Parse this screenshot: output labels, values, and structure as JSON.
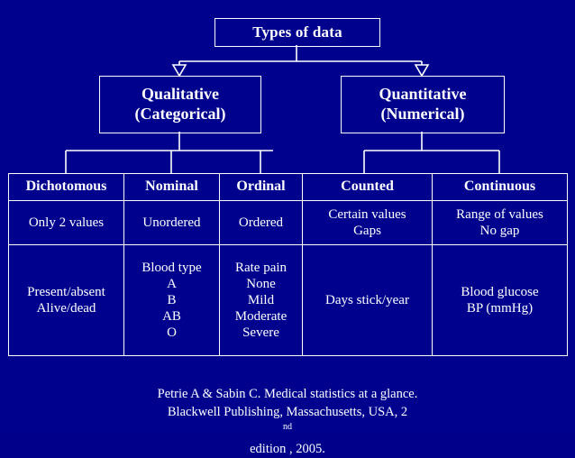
{
  "diagram": {
    "title": "Types of data",
    "level2": [
      {
        "line1": "Qualitative",
        "line2": "(Categorical)"
      },
      {
        "line1": "Quantitative",
        "line2": "(Numerical)"
      }
    ],
    "columns": [
      "Dichotomous",
      "Nominal",
      "Ordinal",
      "Counted",
      "Continuous"
    ],
    "rows": [
      {
        "cells": [
          [
            "Only 2 values"
          ],
          [
            "Unordered"
          ],
          [
            "Ordered"
          ],
          [
            "Certain values",
            "Gaps"
          ],
          [
            "Range of values",
            "No gap"
          ]
        ]
      },
      {
        "cells": [
          [
            "Present/absent",
            "Alive/dead"
          ],
          [
            "Blood type",
            "A",
            "B",
            "AB",
            "O"
          ],
          [
            "Rate pain",
            "None",
            "Mild",
            "Moderate",
            "Severe"
          ],
          [
            "Days stick/year"
          ],
          [
            "Blood glucose",
            "BP (mmHg)"
          ]
        ]
      }
    ]
  },
  "citation": {
    "line1": "Petrie A & Sabin C. Medical statistics at a glance.",
    "line2_pre": "Blackwell Publishing, Massachusetts,  USA, 2",
    "line2_sup": "nd",
    "line2_post": " edition , 2005."
  },
  "colors": {
    "background": "#00028e",
    "line": "#ffffff",
    "text": "#ffffff"
  }
}
